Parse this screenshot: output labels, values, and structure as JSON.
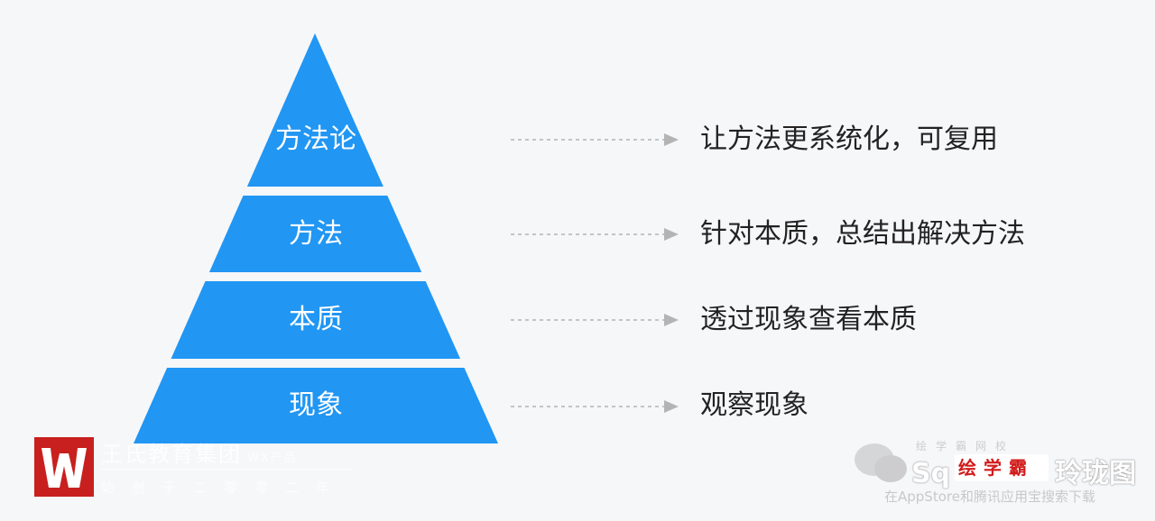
{
  "levels": [
    {
      "label": "方法论",
      "description": "让方法更系统化，可复用"
    },
    {
      "label": "方法",
      "description": "针对本质，总结出解决方法"
    },
    {
      "label": "本质",
      "description": "透过现象查看本质"
    },
    {
      "label": "现象",
      "description": "观察现象"
    }
  ],
  "colors": {
    "pyramid": "#2196f3",
    "arrow": "#b4b4b4",
    "text": "#222222",
    "logo": "#c8201e",
    "background": "#f6f7f9"
  },
  "logo": {
    "name": "王氏教育集团",
    "name_tag": "WX产品",
    "slogan": "始创于二零零二年"
  },
  "watermark": {
    "top": "绘学霸网校",
    "mid": "Sq",
    "mid_suffix": "玲珑图",
    "badge": [
      "绘",
      "学",
      "霸"
    ],
    "bottom": "在AppStore和腾讯应用宝搜索下载"
  }
}
